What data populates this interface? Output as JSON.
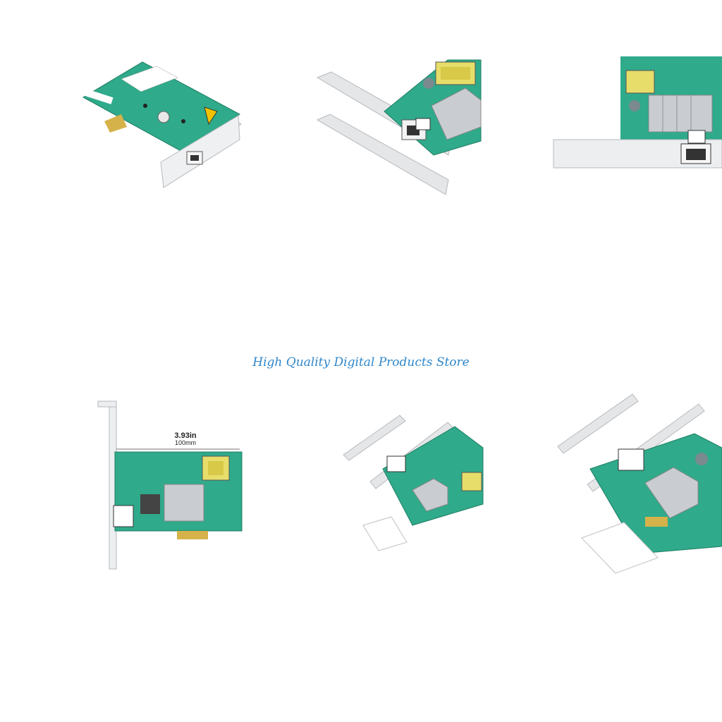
{
  "store": {
    "title": "High Quality Digital Products Store"
  },
  "dimension": {
    "inches": "3.93in",
    "millimeters": "100mm"
  },
  "colors": {
    "pcb": "#2faa8a",
    "bracket": "#e4e6e8",
    "heatsink": "#c9cdd2",
    "gold": "#d6b24a",
    "brand": "#2f86c9"
  },
  "photos": [
    {
      "name": "card-top-angle"
    },
    {
      "name": "card-with-brackets"
    },
    {
      "name": "card-closeup-port"
    },
    {
      "name": "card-dimension-view"
    },
    {
      "name": "card-package-contents"
    },
    {
      "name": "card-package-contents-large"
    }
  ]
}
